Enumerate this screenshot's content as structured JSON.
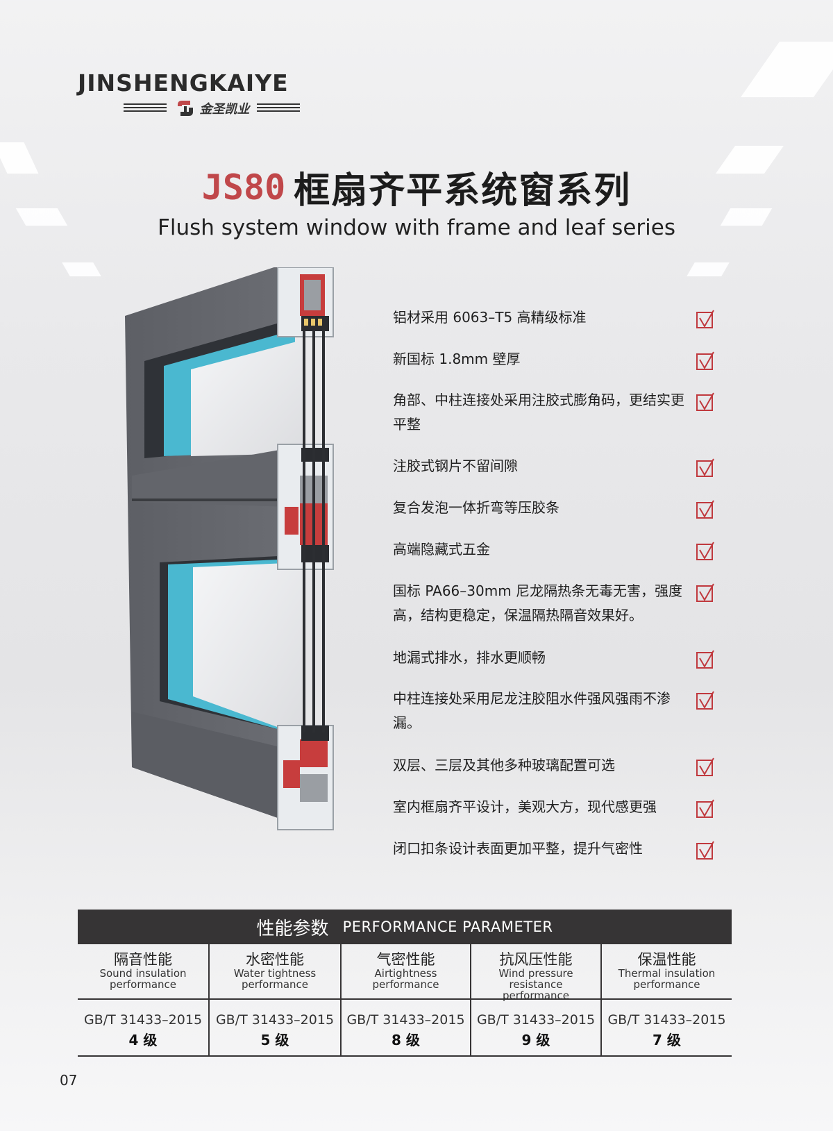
{
  "logo": {
    "wordmark": "JINSHENGKAIYE",
    "cn": "金圣凯业"
  },
  "title": {
    "code": "JS80",
    "cn": "框扇齐平系统窗系列",
    "en": "Flush system window with frame and leaf series"
  },
  "features": [
    {
      "text": "铝材采用 6063–T5 高精级标准"
    },
    {
      "text": "新国标 1.8mm 壁厚"
    },
    {
      "text": "角部、中柱连接处采用注胶式膨角码，更结实更平整"
    },
    {
      "text": "注胶式钢片不留间隙"
    },
    {
      "text": "复合发泡一体折弯等压胶条"
    },
    {
      "text": "高端隐藏式五金"
    },
    {
      "text": "国标 PA66–30mm 尼龙隔热条无毒无害，强度高，结构更稳定，保温隔热隔音效果好。"
    },
    {
      "text": "地漏式排水，排水更顺畅"
    },
    {
      "text": "中柱连接处采用尼龙注胶阻水件强风强雨不渗漏。"
    },
    {
      "text": "双层、三层及其他多种玻璃配置可选"
    },
    {
      "text": "室内框扇齐平设计，美观大方，现代感更强"
    },
    {
      "text": "闭口扣条设计表面更加平整，提升气密性"
    }
  ],
  "performance": {
    "title_cn": "性能参数",
    "title_en": "PERFORMANCE PARAMETER",
    "columns": [
      {
        "cn": "隔音性能",
        "en1": "Sound insulation",
        "en2": "performance",
        "standard": "GB/T 31433–2015",
        "level": "4 级"
      },
      {
        "cn": "水密性能",
        "en1": "Water tightness",
        "en2": "performance",
        "standard": "GB/T 31433–2015",
        "level": "5 级"
      },
      {
        "cn": "气密性能",
        "en1": "Airtightness",
        "en2": "performance",
        "standard": "GB/T 31433–2015",
        "level": "8 级"
      },
      {
        "cn": "抗风压性能",
        "en1": "Wind pressure resistance",
        "en2": "performance",
        "standard": "GB/T 31433–2015",
        "level": "9 级"
      },
      {
        "cn": "保温性能",
        "en1": "Thermal insulation",
        "en2": "performance",
        "standard": "GB/T 31433–2015",
        "level": "7 级"
      }
    ]
  },
  "page_number": "07",
  "colors": {
    "accent_red": "#c0474a",
    "dark_bar": "#363435",
    "check_red": "#c0393e",
    "frame_gray": "#5e6066",
    "seal_blue": "#4fc3dc"
  },
  "icons": {
    "check": "checked-box-icon",
    "logo": "js-logo-mark"
  }
}
